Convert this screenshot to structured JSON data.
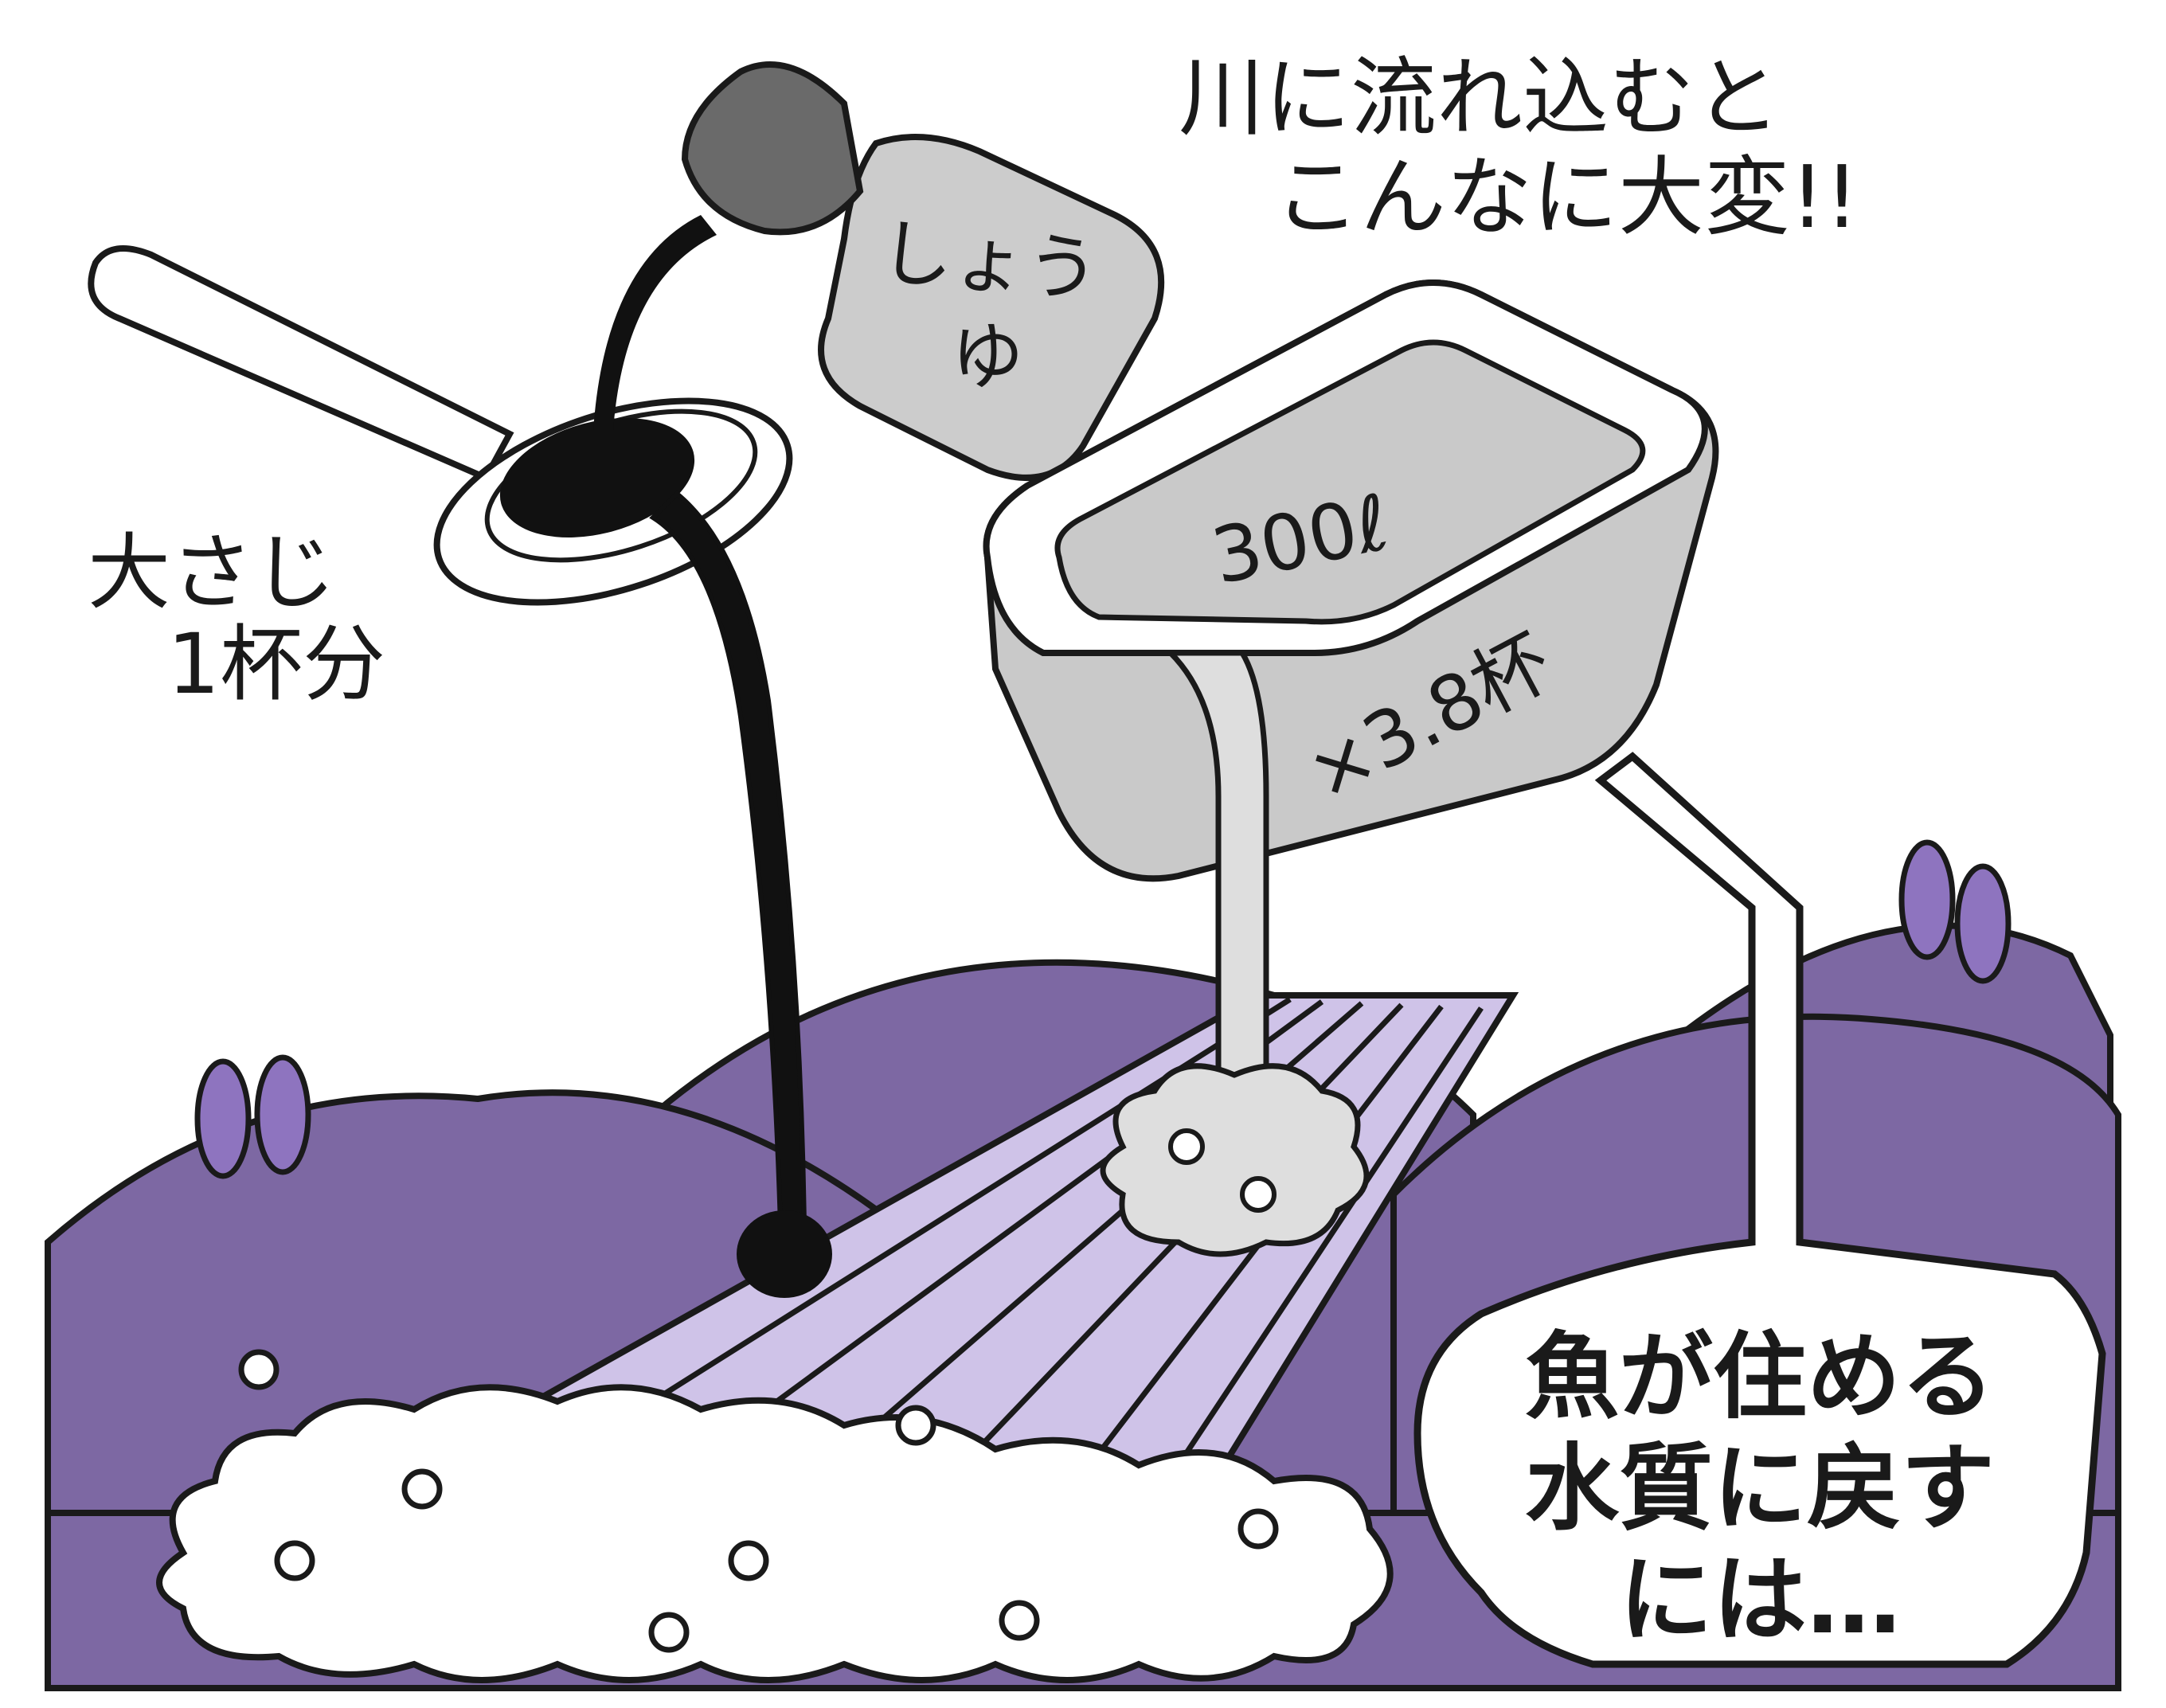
{
  "caption": {
    "line1": "川に流れ込むと",
    "line2": "こんなに大変!!"
  },
  "bottle": {
    "label_line1": "しょう",
    "label_line2": "ゆ"
  },
  "spoon": {
    "label_line1": "大さじ",
    "label_line2": "1杯分"
  },
  "bathtub": {
    "volume": "300ℓ",
    "multiplier": "×3.8杯"
  },
  "bubble": {
    "line1": "魚が住める",
    "line2": "水質に戻す",
    "line3": "には…"
  },
  "colors": {
    "hills": "#7d68a3",
    "hills_dark": "#5d4a86",
    "river": "#cfc3e8",
    "soy": "#111111",
    "outline": "#1a1a1a"
  }
}
